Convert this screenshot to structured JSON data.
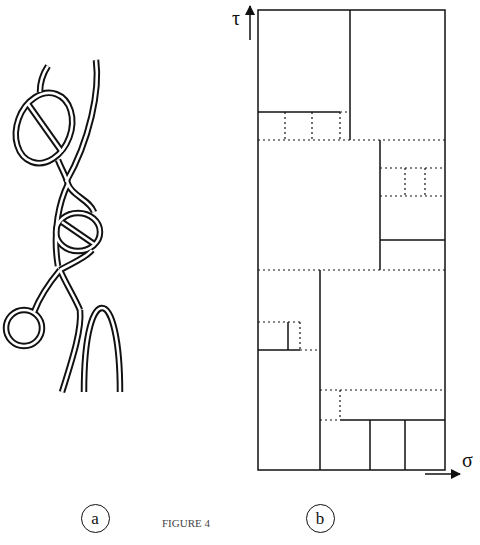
{
  "diagram": {
    "nodes": [
      {
        "text": [
          "a"
        ]
      },
      {
        "text": [
          "b"
        ]
      }
    ],
    "labels": [
      "τ",
      "σ",
      "FIGURE 4"
    ]
  }
}
